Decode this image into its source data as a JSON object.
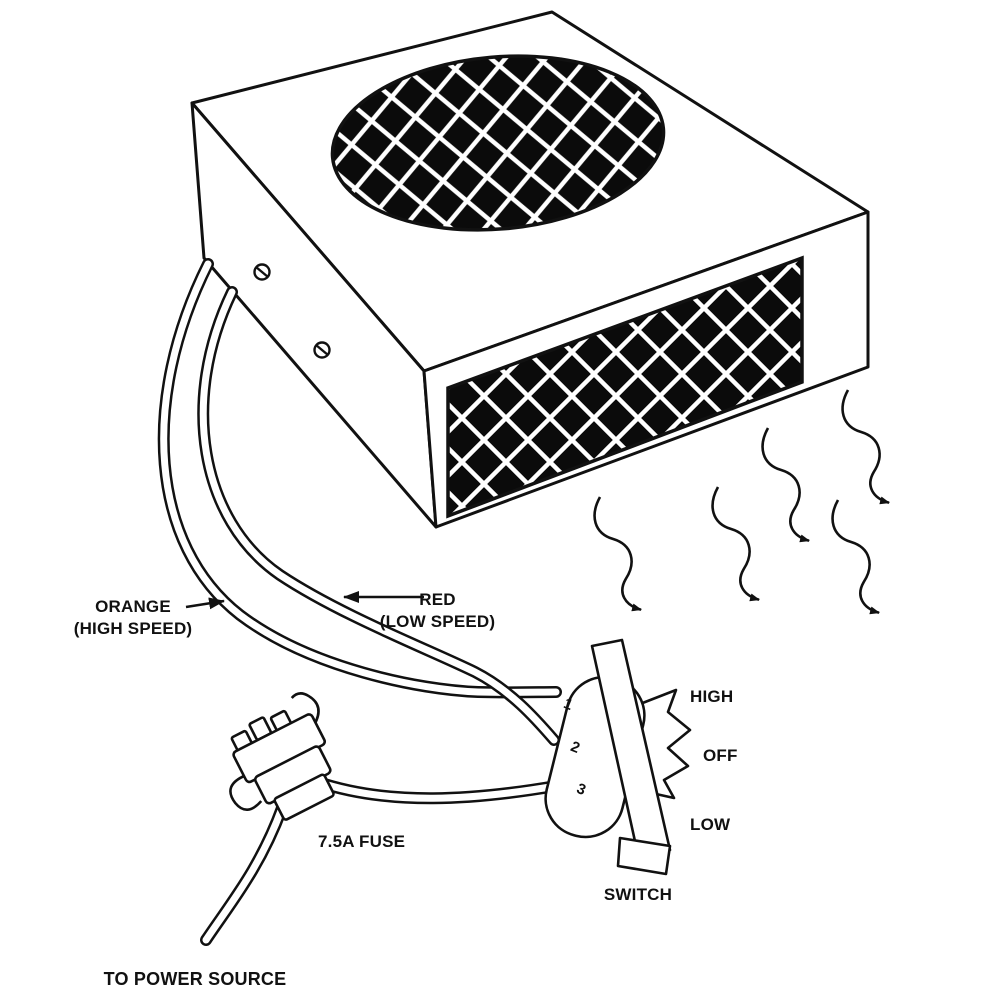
{
  "diagram": {
    "title": "heater-fan-wiring-diagram",
    "colors": {
      "ink": "#111111",
      "paper": "#ffffff"
    },
    "labels": {
      "orange": {
        "line1": "ORANGE",
        "line2": "(HIGH SPEED)"
      },
      "red": {
        "line1": "RED",
        "line2": "(LOW SPEED)"
      },
      "fuse": "7.5A FUSE",
      "power": "TO POWER SOURCE",
      "switch": "SWITCH",
      "high": "HIGH",
      "off": "OFF",
      "low": "LOW",
      "terminals": [
        "1",
        "2",
        "3"
      ]
    }
  }
}
